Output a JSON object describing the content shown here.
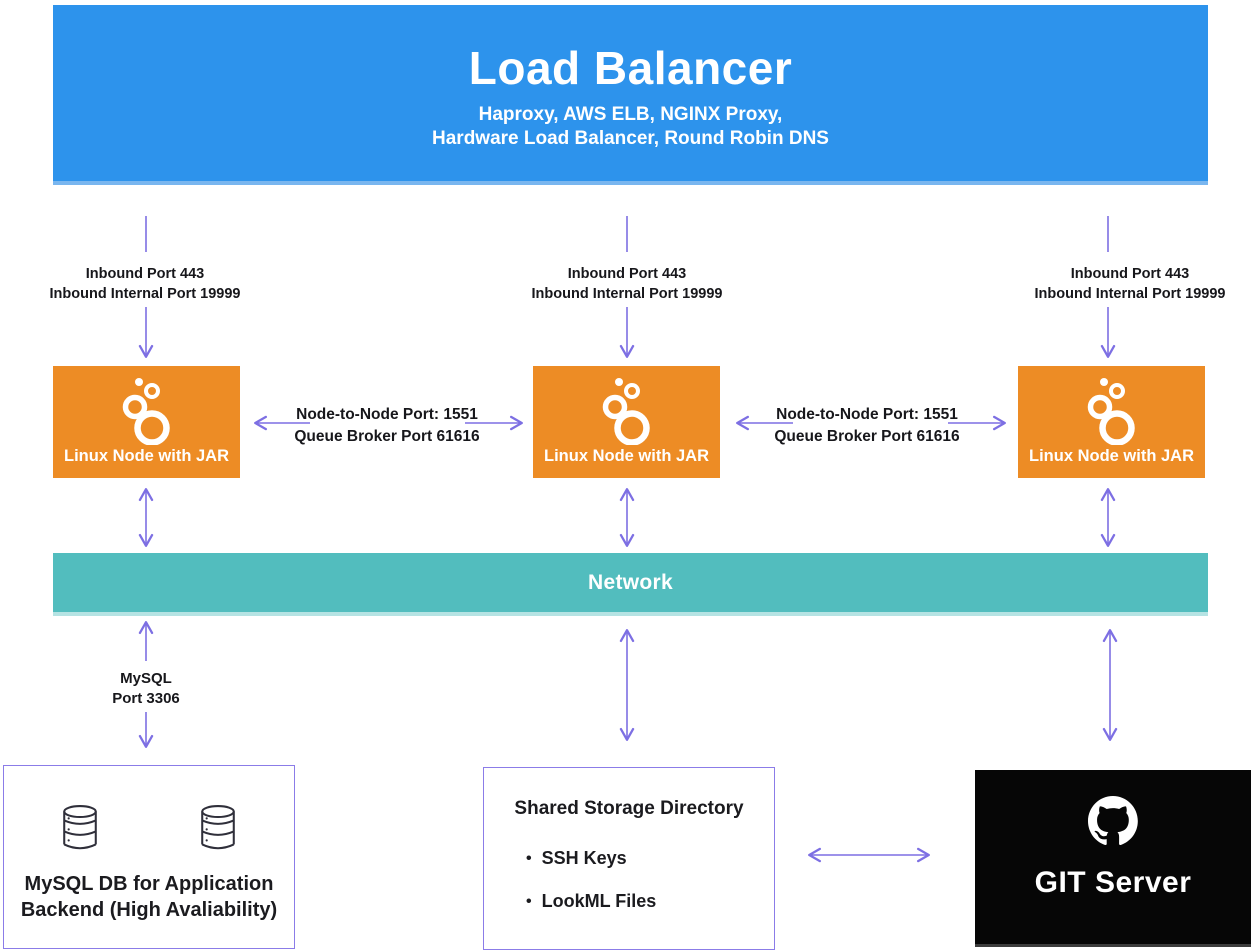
{
  "load_balancer": {
    "title": "Load Balancer",
    "subtitle_line1": "Haproxy, AWS ELB, NGINX Proxy,",
    "subtitle_line2": "Hardware Load Balancer, Round Robin DNS"
  },
  "node": {
    "label": "Linux Node with JAR",
    "icon": "looker-bubbles-icon"
  },
  "network": {
    "label": "Network"
  },
  "labels": {
    "inbound": {
      "line1": "Inbound Port 443",
      "line2": "Inbound Internal Port 19999"
    },
    "node_link": {
      "line1": "Node-to-Node Port: 1551",
      "line2": "Queue Broker Port 61616"
    },
    "mysql_link": {
      "line1": "MySQL",
      "line2": "Port 3306"
    }
  },
  "mysql_box": {
    "caption_line1": "MySQL DB for Application",
    "caption_line2": "Backend (High Avaliability)",
    "icon": "database-cylinder-icon"
  },
  "storage_box": {
    "title": "Shared Storage Directory",
    "bullet": "•",
    "items": [
      "SSH Keys",
      "LookML Files"
    ]
  },
  "git_box": {
    "label": "GIT Server",
    "icon": "github-octocat-icon"
  },
  "colors": {
    "load_balancer_blue": "#2D93EC",
    "node_orange": "#ED8C25",
    "network_teal": "#52BDBE",
    "arrow_purple": "#7D6FE3",
    "box_border_purple": "#8B7CE8",
    "git_black": "#060606",
    "text_dark": "#1B1B1F"
  }
}
